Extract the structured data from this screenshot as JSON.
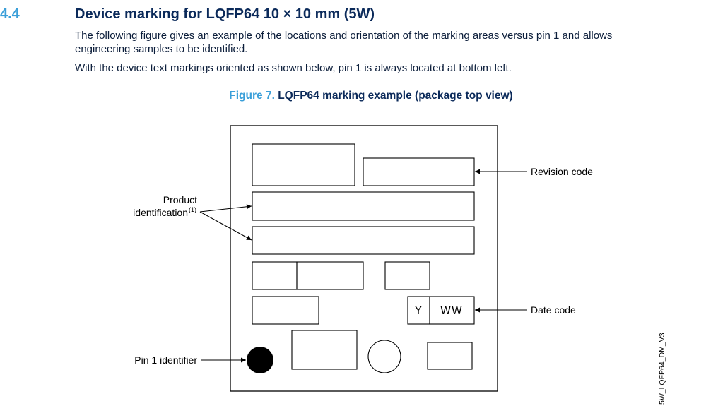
{
  "section": {
    "number": "4.4",
    "title": "Device marking for LQFP64 10 × 10 mm (5W)"
  },
  "paragraphs": [
    "The following figure gives an example of the locations and orientation of the marking areas versus pin 1 and allows engineering samples to be identified.",
    "With the device text markings oriented as shown below, pin 1 is always located at bottom left."
  ],
  "figure": {
    "number": "Figure 7.",
    "caption": "LQFP64 marking example (package top view)",
    "labels": {
      "revision_code": "Revision code",
      "product_identification": "Product identification",
      "product_identification_note": "(1)",
      "date_code": "Date code",
      "pin1_identifier": "Pin 1 identifier"
    },
    "date_code_fields": {
      "year": "Y",
      "week": "WW"
    },
    "side_reference": "5W_LQFP64_DM_V3"
  }
}
